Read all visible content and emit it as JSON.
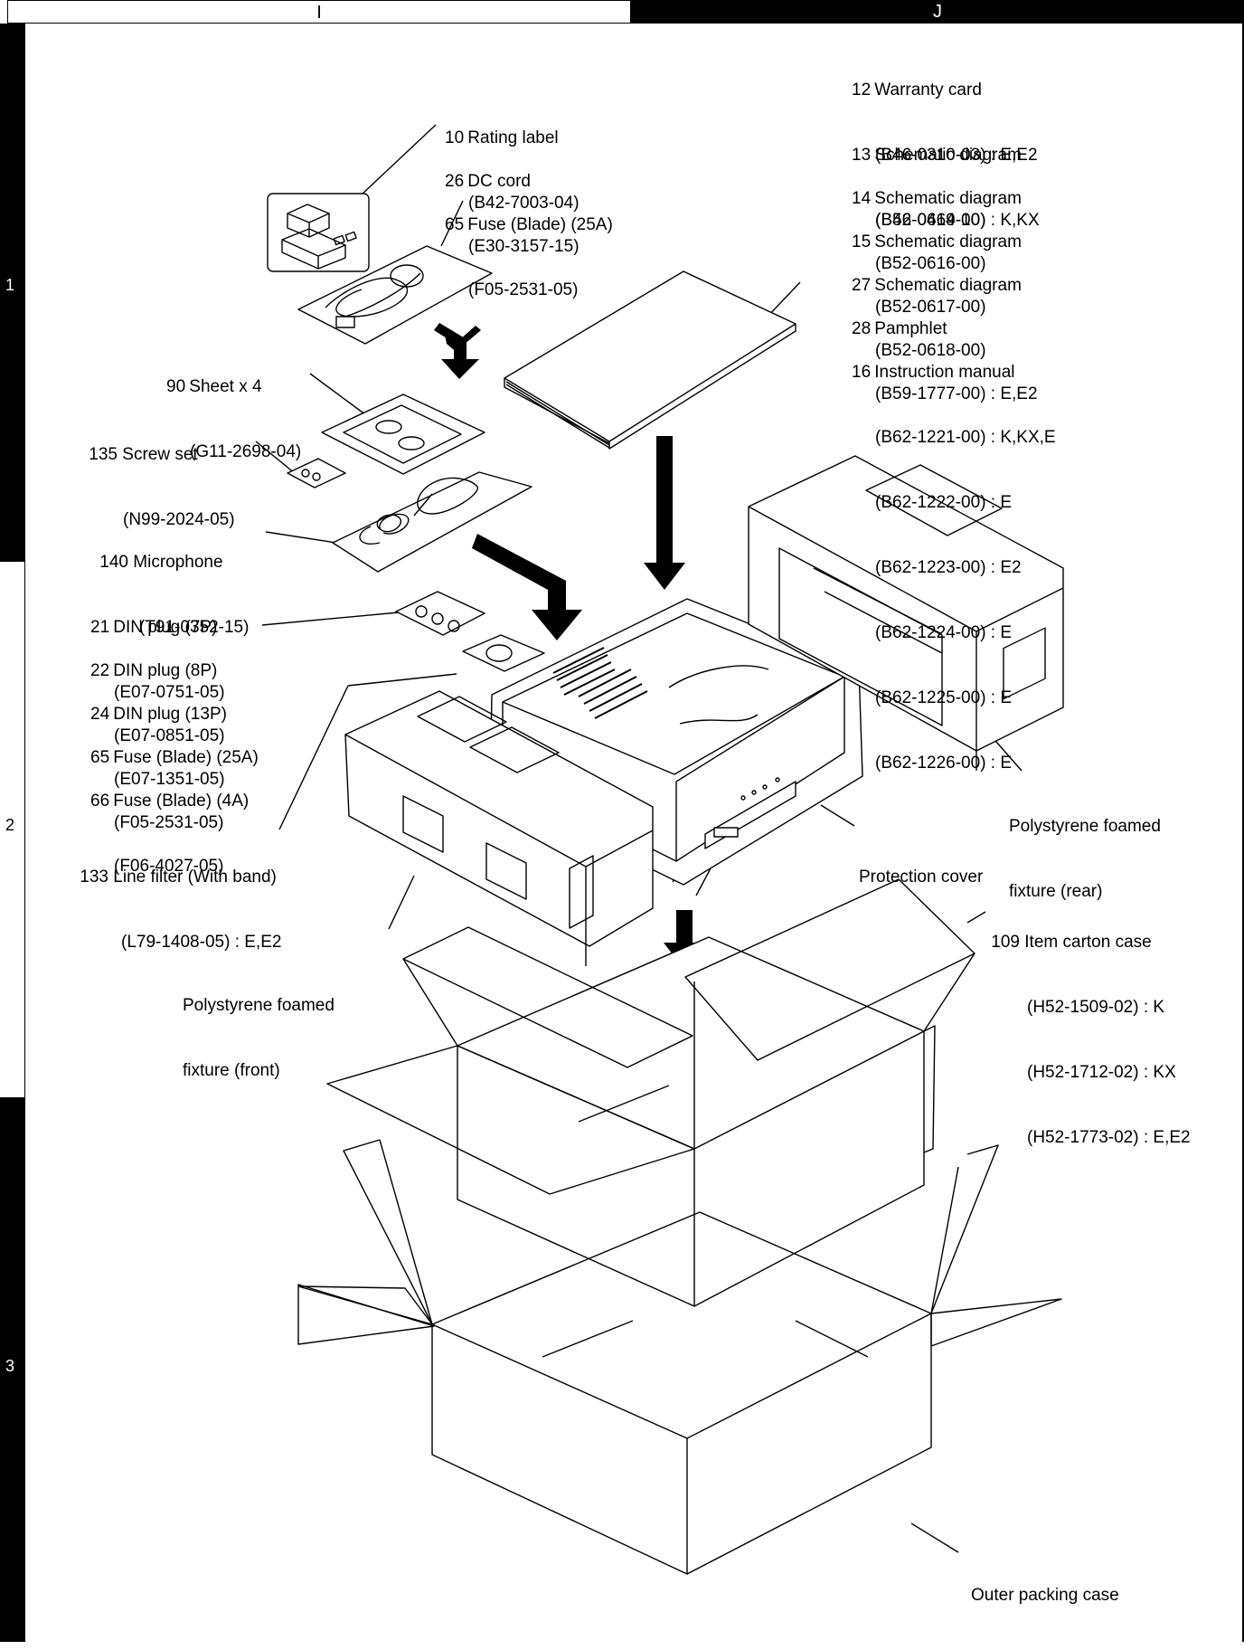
{
  "header": {
    "col_i": "I",
    "col_j": "J"
  },
  "rows": [
    "1",
    "2",
    "3"
  ],
  "labels": {
    "rating_label": {
      "no": "10",
      "name": "Rating label",
      "part": "(B42-7003-04)"
    },
    "dc_cord": {
      "no": "26",
      "name": "DC cord",
      "part": "(E30-3157-15)"
    },
    "fuse_25a_top": {
      "no": "65",
      "name": "Fuse (Blade) (25A)",
      "part": "(F05-2531-05)"
    },
    "sheet": {
      "no": "90",
      "name": "Sheet x 4",
      "part": "(G11-2698-04)"
    },
    "screw_set": {
      "no": "135",
      "name": "Screw set",
      "part": "(N99-2024-05)"
    },
    "microphone": {
      "no": "140",
      "name": "Microphone",
      "part": "(T91-0352-15)"
    },
    "din_7p": {
      "no": "21",
      "name": "DIN plug (7P)",
      "part": "(E07-0751-05)"
    },
    "din_8p": {
      "no": "22",
      "name": "DIN plug (8P)",
      "part": "(E07-0851-05)"
    },
    "din_13p": {
      "no": "24",
      "name": "DIN plug (13P)",
      "part": "(E07-1351-05)"
    },
    "fuse_25a": {
      "no": "65",
      "name": "Fuse (Blade) (25A)",
      "part": "(F05-2531-05)"
    },
    "fuse_4a": {
      "no": "66",
      "name": "Fuse (Blade) (4A)",
      "part": "(F06-4027-05)"
    },
    "line_filter": {
      "no": "133",
      "name": "Line filter (With band)",
      "part": "(L79-1408-05) : E,E2"
    },
    "warranty": {
      "no": "12",
      "name": "Warranty card",
      "parts": [
        "(B46-0310-03) : E,E2",
        "(B46-0469-10) : K,KX"
      ]
    },
    "schem_13": {
      "no": "13",
      "name": "Schematic diagram",
      "part": "(B52-0614-00)"
    },
    "schem_14": {
      "no": "14",
      "name": "Schematic diagram",
      "part": "(B52-0616-00)"
    },
    "schem_15": {
      "no": "15",
      "name": "Schematic diagram",
      "part": "(B52-0617-00)"
    },
    "schem_27": {
      "no": "27",
      "name": "Schematic diagram",
      "part": "(B52-0618-00)"
    },
    "pamphlet": {
      "no": "28",
      "name": "Pamphlet",
      "part": "(B59-1777-00) : E,E2"
    },
    "manual": {
      "no": "16",
      "name": "Instruction manual",
      "parts": [
        "(B62-1221-00) : K,KX,E",
        "(B62-1222-00) : E",
        "(B62-1223-00) : E2",
        "(B62-1224-00) : E",
        "(B62-1225-00) : E",
        "(B62-1226-00) : E"
      ]
    },
    "fixture_rear": {
      "lines": [
        "Polystyrene foamed",
        "fixture (rear)"
      ]
    },
    "protection_cover": {
      "text": "Protection cover"
    },
    "fixture_front": {
      "lines": [
        "Polystyrene foamed",
        "fixture (front)"
      ]
    },
    "carton": {
      "no": "109",
      "name": "Item carton case",
      "parts": [
        "(H52-1509-02) : K",
        "(H52-1712-02) : KX",
        "(H52-1773-02) : E,E2"
      ]
    },
    "outer_case": {
      "text": "Outer packing case"
    }
  }
}
